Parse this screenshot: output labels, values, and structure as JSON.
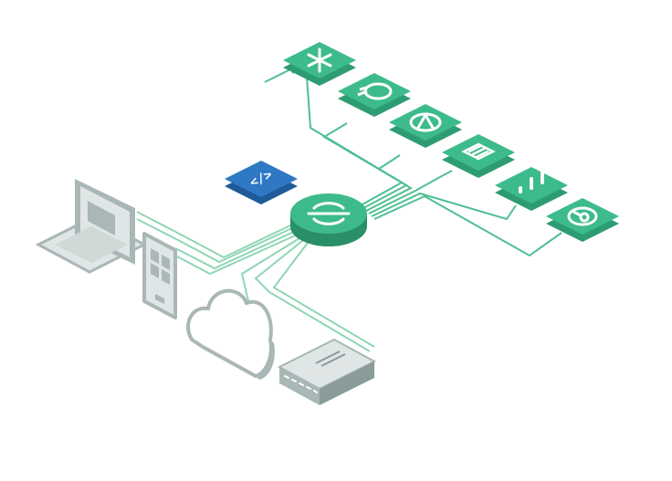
{
  "colors": {
    "accent_green": "#3dbb8c",
    "accent_green_dark": "#2e9c73",
    "accent_green_side": "#2a8f69",
    "line_green": "#8fd6b5",
    "line_green_dark": "#4fbf93",
    "device_grey": "#a9b7b6",
    "device_grey_dark": "#8a9b9a",
    "device_fill": "#dfe6e5",
    "code_blue": "#2f78c4",
    "code_blue_dark": "#1f5a99"
  },
  "hub": {
    "icon": "segment-logo-icon"
  },
  "code_tile": {
    "label": "</>",
    "icon": "code-icon"
  },
  "sources": [
    {
      "name": "laptop",
      "icon": "laptop-icon"
    },
    {
      "name": "phone",
      "icon": "phone-icon"
    },
    {
      "name": "cloud",
      "icon": "cloud-icon"
    },
    {
      "name": "server",
      "icon": "server-icon"
    }
  ],
  "destinations": [
    {
      "name": "snowflake",
      "icon": "snowflake-icon"
    },
    {
      "name": "optimizely",
      "icon": "optimizely-icon"
    },
    {
      "name": "aws-lambda",
      "icon": "lambda-icon"
    },
    {
      "name": "intercom",
      "icon": "intercom-icon"
    },
    {
      "name": "google-analytics",
      "icon": "analytics-icon"
    },
    {
      "name": "braze",
      "icon": "braze-icon"
    }
  ]
}
